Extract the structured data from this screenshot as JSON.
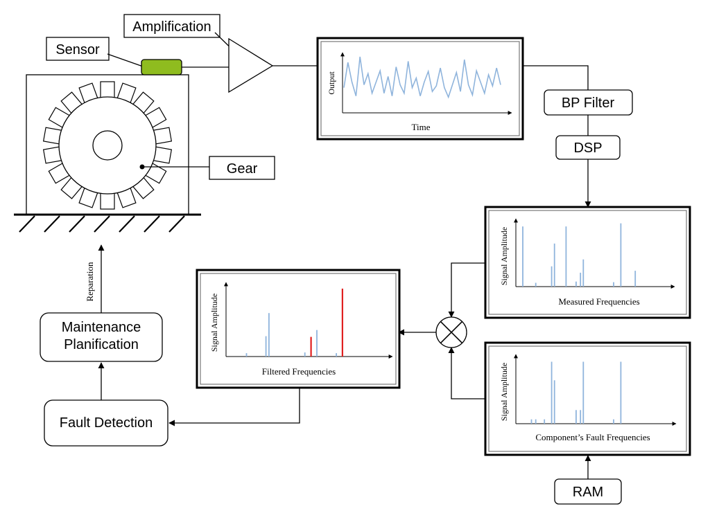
{
  "labels": {
    "sensor": "Sensor",
    "amplification": "Amplification",
    "gear": "Gear",
    "bp_filter": "BP Filter",
    "dsp": "DSP",
    "ram": "RAM",
    "maintenance_line1": "Maintenance",
    "maintenance_line2": "Planification",
    "fault_detection": "Fault Detection",
    "reparation": "Reparation"
  },
  "colors": {
    "sensor_fill": "#8fbc1f",
    "signal_blue": "#8fb4dc",
    "fault_red": "#e02020"
  },
  "chart_data": [
    {
      "id": "time-signal",
      "type": "line",
      "xlabel": "Time",
      "ylabel": "Output",
      "x": [
        0,
        1,
        2,
        3,
        4,
        5,
        6,
        7,
        8,
        9,
        10,
        11,
        12,
        13,
        14,
        15,
        16,
        17,
        18,
        19,
        20,
        21,
        22,
        23,
        24,
        25,
        26,
        27,
        28,
        29,
        30,
        31,
        32,
        33,
        34,
        35,
        36,
        37,
        38,
        39
      ],
      "values": [
        0.45,
        0.9,
        0.55,
        0.3,
        1.0,
        0.5,
        0.7,
        0.35,
        0.55,
        0.75,
        0.35,
        0.65,
        0.3,
        0.82,
        0.5,
        0.35,
        0.92,
        0.45,
        0.62,
        0.3,
        0.55,
        0.74,
        0.38,
        0.48,
        0.8,
        0.45,
        0.28,
        0.5,
        0.72,
        0.38,
        0.95,
        0.5,
        0.32,
        0.75,
        0.55,
        0.35,
        0.68,
        0.48,
        0.8,
        0.5
      ],
      "ylim": [
        0,
        1.05
      ]
    },
    {
      "id": "measured-frequencies",
      "type": "bar",
      "xlabel": "Measured Frequencies",
      "ylabel": "Signal Amplitude",
      "x": [
        1,
        10,
        21,
        23,
        31,
        38,
        41,
        43,
        64,
        69,
        79
      ],
      "values": [
        0.95,
        0.06,
        0.32,
        0.68,
        0.95,
        0.08,
        0.22,
        0.43,
        0.07,
        1.0,
        0.25
      ],
      "xlim": [
        0,
        100
      ],
      "ylim": [
        0,
        1.05
      ]
    },
    {
      "id": "fault-frequencies",
      "type": "bar",
      "xlabel": "Component’s Fault Frequencies",
      "ylabel": "Signal Amplitude",
      "x": [
        7,
        10,
        16,
        21,
        23,
        38,
        41,
        43,
        64,
        69
      ],
      "values": [
        0.07,
        0.07,
        0.07,
        1.0,
        0.7,
        0.22,
        0.22,
        1.0,
        0.07,
        1.0
      ],
      "xlim": [
        0,
        100
      ],
      "ylim": [
        0,
        1.05
      ]
    },
    {
      "id": "filtered-frequencies",
      "type": "bar",
      "xlabel": "Filtered Frequencies",
      "ylabel": "Signal Amplitude",
      "x": [
        10,
        23,
        25,
        49,
        53,
        57,
        70,
        74
      ],
      "values": [
        0.05,
        0.3,
        0.64,
        0.06,
        0.29,
        0.39,
        0.05,
        1.0
      ],
      "highlight": [
        false,
        false,
        false,
        false,
        true,
        false,
        false,
        true
      ],
      "xlim": [
        0,
        100
      ],
      "ylim": [
        0,
        1.05
      ]
    }
  ]
}
